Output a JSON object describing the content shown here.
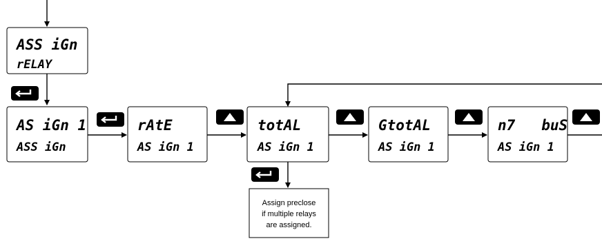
{
  "displays": {
    "assign_relay": {
      "line1": "ASS iGn",
      "line2": "rELAY"
    },
    "assign1": {
      "line1": "AS iGn 1",
      "line2": "ASS iGn"
    },
    "rate": {
      "line1": "rAtE",
      "line2": "AS iGn 1"
    },
    "total": {
      "line1": "totAL",
      "line2": "AS iGn 1"
    },
    "gtotal": {
      "line1": "GtotAL",
      "line2": "AS iGn 1"
    },
    "modbus": {
      "line1": "n7   buS",
      "line2": "AS iGn 1"
    }
  },
  "note": {
    "line1": "Assign preclose",
    "line2": "if multiple relays",
    "line3": "are assigned."
  },
  "icons": {
    "enter": "enter-key-icon",
    "up": "up-arrow-key-icon"
  }
}
